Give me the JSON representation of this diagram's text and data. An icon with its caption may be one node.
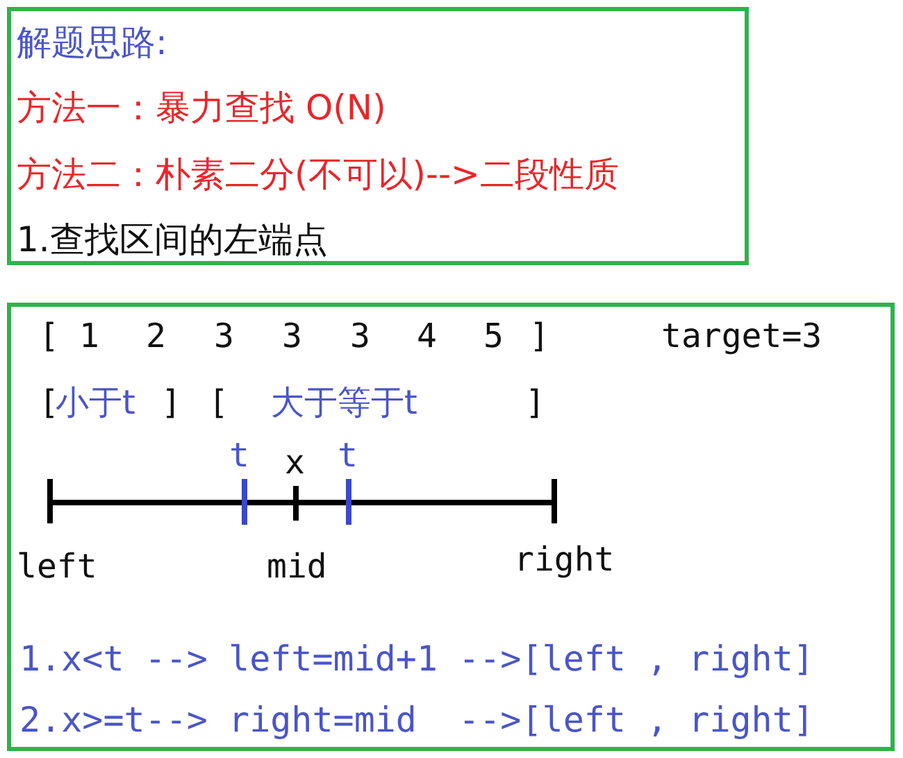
{
  "diagram": {
    "nodes": [
      {
        "text": [
          "解题思路:",
          "方法一：暴力查找 O(N)",
          "方法二：朴素二分(不可以)-->二段性质",
          "1.查找区间的左端点"
        ]
      },
      {
        "text": [
          "[",
          "1",
          "2",
          "3",
          "3",
          "3",
          "4",
          "5",
          "]",
          "target=3",
          "[",
          "小于t",
          "]",
          "[",
          "大于等于t",
          "]",
          "t",
          "x",
          "t",
          "left",
          "mid",
          "right",
          "1.x<t --> left=mid+1 -->[left , right]",
          "2.x>=t--> right=mid  -->[left , right]"
        ]
      }
    ],
    "edges": []
  }
}
